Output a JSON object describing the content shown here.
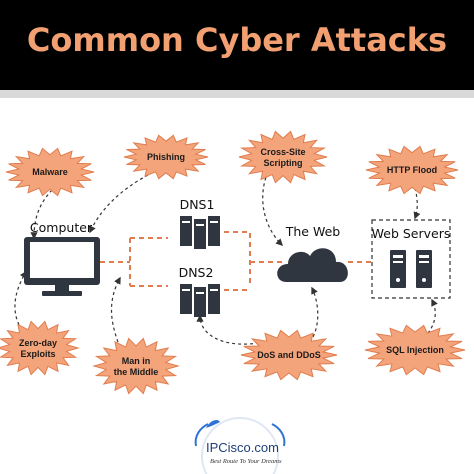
{
  "header": {
    "title": "Common Cyber Attacks"
  },
  "attacks": [
    {
      "id": "malware",
      "label": "Malware"
    },
    {
      "id": "phishing",
      "label": "Phishing"
    },
    {
      "id": "xss",
      "lines": [
        "Cross-Site",
        "Scripting"
      ]
    },
    {
      "id": "http-flood",
      "label": "HTTP Flood"
    },
    {
      "id": "zero-day",
      "lines": [
        "Zero-day",
        "Exploits"
      ]
    },
    {
      "id": "mitm",
      "lines": [
        "Man in",
        "the Middle"
      ]
    },
    {
      "id": "ddos",
      "label": "DoS and DDoS"
    },
    {
      "id": "sqli",
      "label": "SQL Injection"
    }
  ],
  "nodes": {
    "computer": "Computer",
    "dns1": "DNS1",
    "dns2": "DNS2",
    "web": "The Web",
    "servers": "Web Servers"
  },
  "footer": {
    "brand": "IPCisco.com",
    "tagline": "Best Route To Your Dreams"
  },
  "colors": {
    "title": "#f2a071",
    "burst_fill": "#f4a47b",
    "burst_stroke": "#e07d4e",
    "connector": "#e07d4e",
    "dark_icon": "#2f3640",
    "brand": "#1f3f7a",
    "logo_blue": "#2d74d6"
  }
}
